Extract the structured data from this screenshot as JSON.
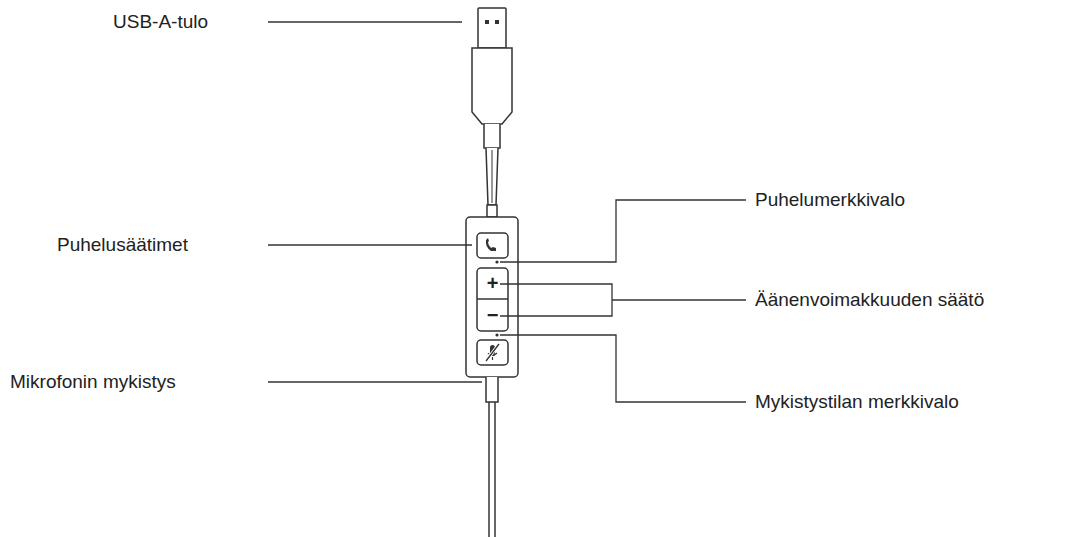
{
  "diagram": {
    "labels": [
      "USB-A-tulo",
      "Puhelusäätimet",
      "Mikrofonin mykistys",
      "Puhelumerkkivalo",
      "Äänenvoimakkuuden säätö",
      "Mykistystilan merkkivalo",
      "+",
      "−"
    ]
  }
}
